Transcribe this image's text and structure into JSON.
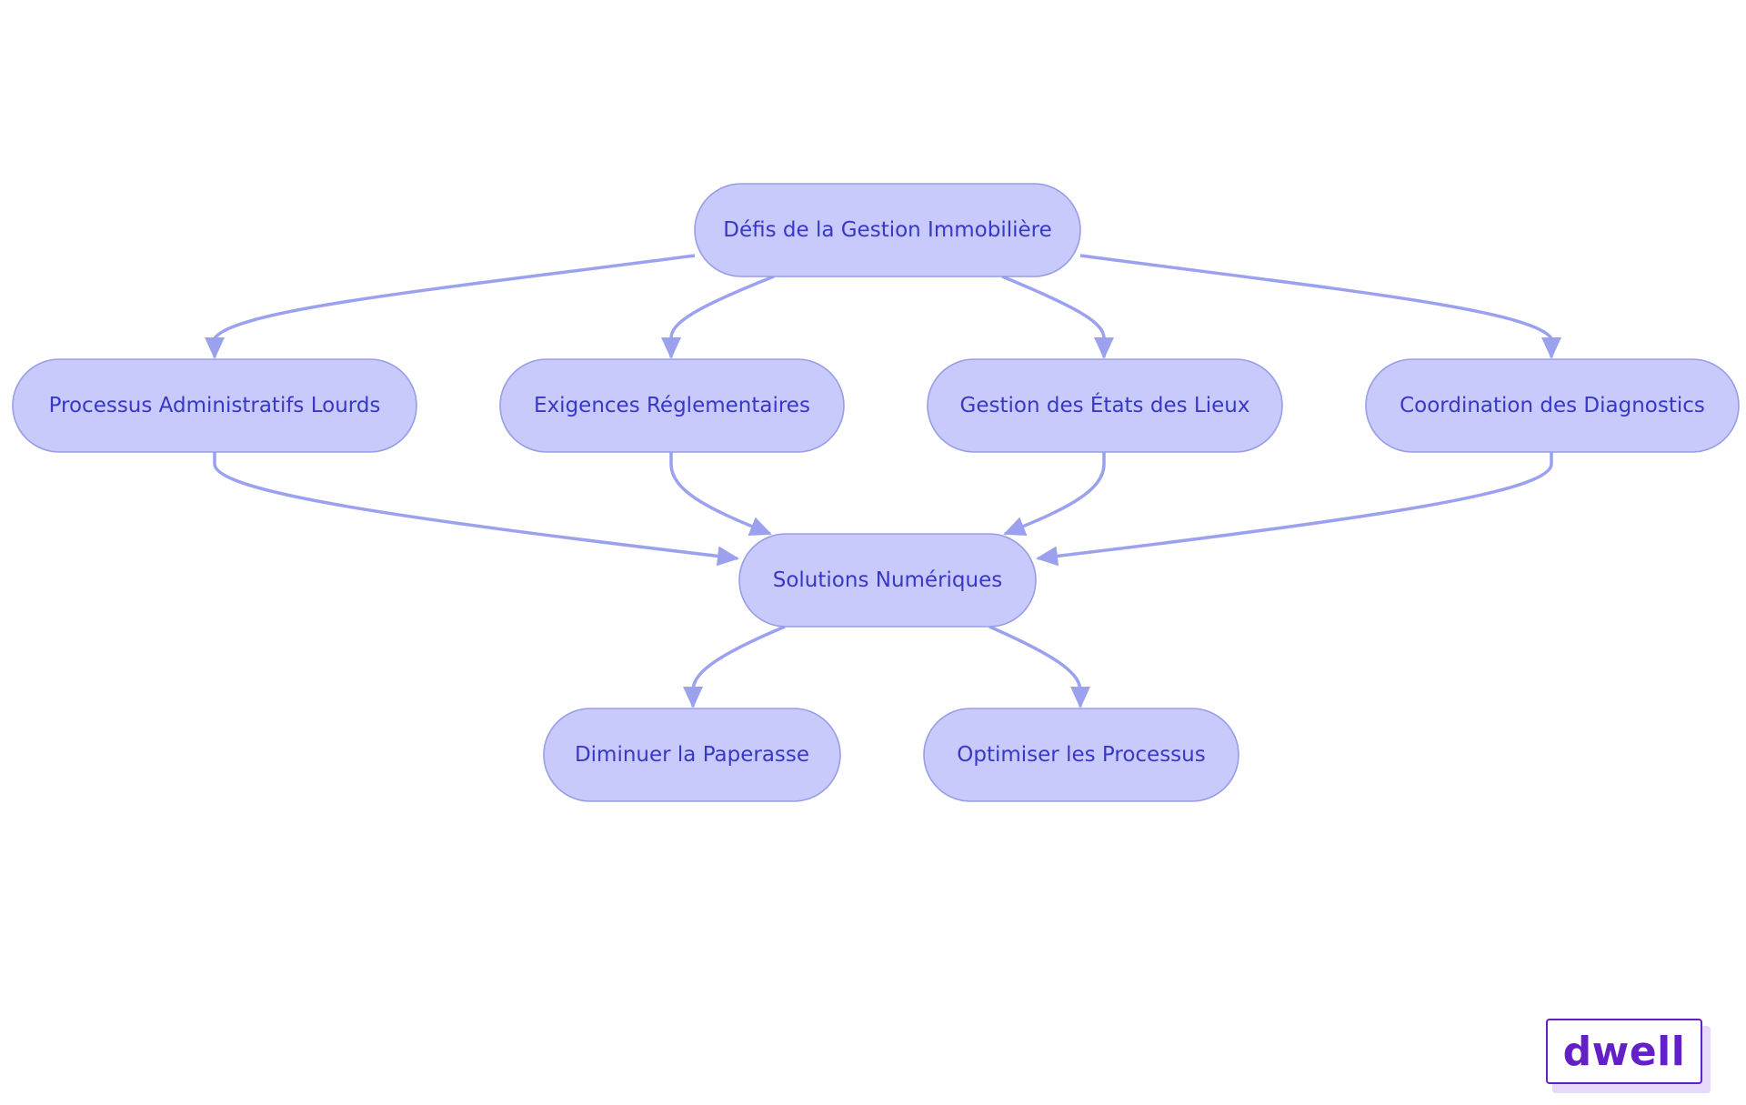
{
  "diagram": {
    "nodes": [
      {
        "id": "defis",
        "label": "Défis de la Gestion Immobilière"
      },
      {
        "id": "processus",
        "label": "Processus Administratifs Lourds"
      },
      {
        "id": "exigences",
        "label": "Exigences Réglementaires"
      },
      {
        "id": "etats",
        "label": "Gestion des États des Lieux"
      },
      {
        "id": "diagnostics",
        "label": "Coordination des Diagnostics"
      },
      {
        "id": "solutions",
        "label": "Solutions Numériques"
      },
      {
        "id": "paperasse",
        "label": "Diminuer la Paperasse"
      },
      {
        "id": "optimiser",
        "label": "Optimiser les Processus"
      }
    ],
    "edges": [
      {
        "from": "defis",
        "to": "processus"
      },
      {
        "from": "defis",
        "to": "exigences"
      },
      {
        "from": "defis",
        "to": "etats"
      },
      {
        "from": "defis",
        "to": "diagnostics"
      },
      {
        "from": "processus",
        "to": "solutions"
      },
      {
        "from": "exigences",
        "to": "solutions"
      },
      {
        "from": "etats",
        "to": "solutions"
      },
      {
        "from": "diagnostics",
        "to": "solutions"
      },
      {
        "from": "solutions",
        "to": "paperasse"
      },
      {
        "from": "solutions",
        "to": "optimiser"
      }
    ],
    "colors": {
      "node_fill": "#c8cafc",
      "node_stroke": "#979de8",
      "node_text": "#3838c4",
      "edge": "#9ba1ee"
    }
  },
  "logo": {
    "text": "dwell",
    "color": "#6320c6"
  }
}
